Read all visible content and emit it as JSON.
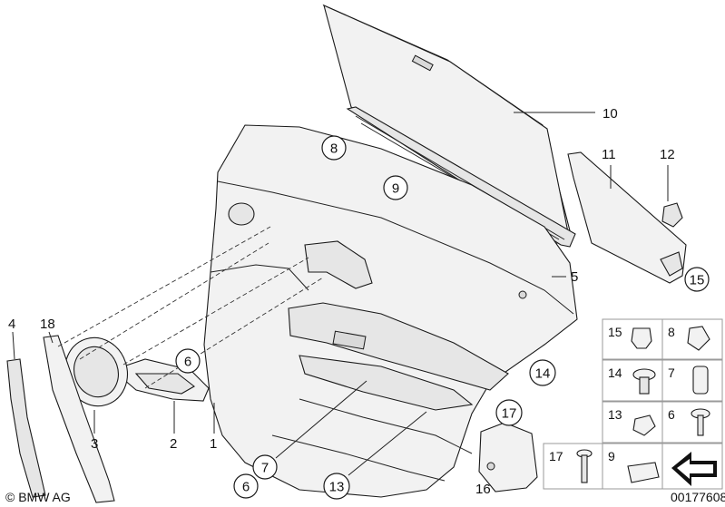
{
  "callouts": {
    "c1": "1",
    "c2": "2",
    "c3": "3",
    "c4": "4",
    "c5": "5",
    "c6a": "6",
    "c6b": "6",
    "c7": "7",
    "c8": "8",
    "c9": "9",
    "c10": "10",
    "c11": "11",
    "c12": "12",
    "c13": "13",
    "c14": "14",
    "c15": "15",
    "c16": "16",
    "c17": "17",
    "c18": "18"
  },
  "legend": {
    "r1a": "15",
    "r1b": "8",
    "r2a": "14",
    "r2b": "7",
    "r3a": "13",
    "r3b": "6",
    "r4a": "17",
    "r4b": "9"
  },
  "footer": {
    "copyright": "© BMW AG",
    "diagram_number": "00177608"
  }
}
